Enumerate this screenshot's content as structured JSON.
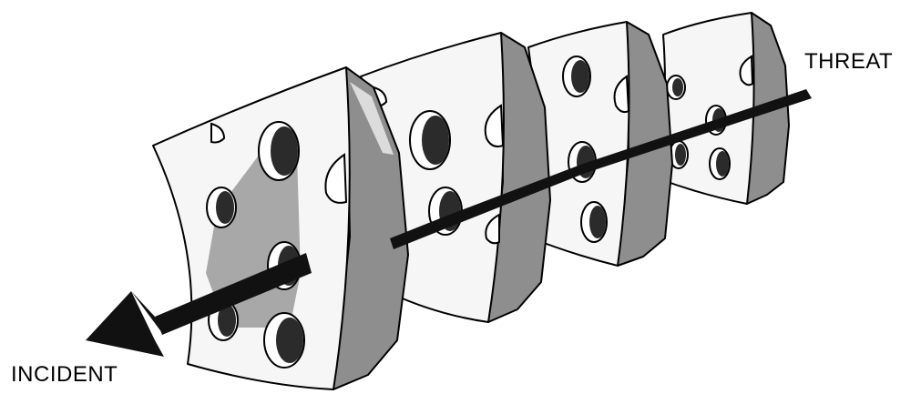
{
  "labels": {
    "threat": "THREAT",
    "incident": "INCIDENT"
  },
  "colors": {
    "slice_face": "#f6f6f6",
    "slice_side": "#8e8e8e",
    "slice_highlight": "#dcdcdc",
    "hole_dark": "#2b2b2b",
    "arrow": "#111111",
    "outline": "#000000"
  },
  "diagram": {
    "slice_count": 4
  }
}
